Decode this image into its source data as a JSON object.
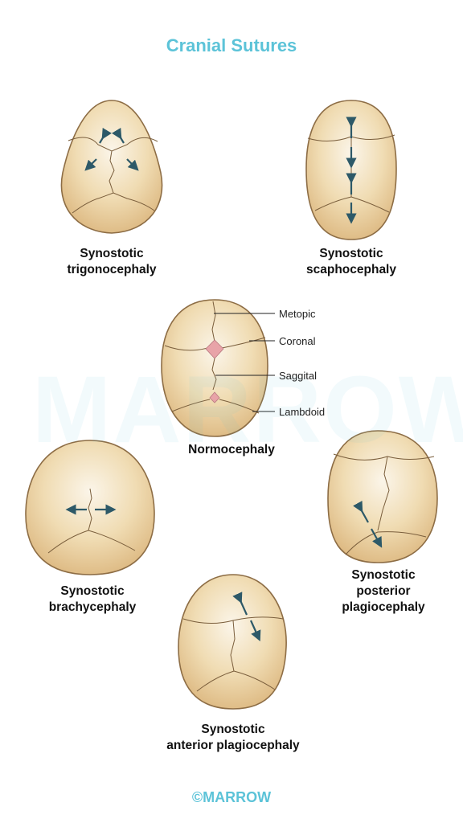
{
  "title": "Cranial Sutures",
  "watermark": "MARROW",
  "footer": "©MARROW",
  "colors": {
    "bone": "#e9cf9f",
    "bone_edge": "#8d6d45",
    "suture": "#7a5e3c",
    "fontanelle": "#e8a3a8",
    "arrow": "#2d5968",
    "title": "#5cc3d8"
  },
  "skulls": [
    {
      "id": "trigonocephaly",
      "caption": [
        "Synostotic",
        "trigonocephaly"
      ]
    },
    {
      "id": "scaphocephaly",
      "caption": [
        "Synostotic",
        "scaphocephaly"
      ]
    },
    {
      "id": "normocephaly",
      "caption": [
        "Normocephaly"
      ]
    },
    {
      "id": "brachycephaly",
      "caption": [
        "Synostotic",
        "brachycephaly"
      ]
    },
    {
      "id": "posterior-plagiocephaly",
      "caption": [
        "Synostotic",
        "posterior",
        "plagiocephaly"
      ]
    },
    {
      "id": "anterior-plagiocephaly",
      "caption": [
        "Synostotic",
        "anterior plagiocephaly"
      ]
    }
  ],
  "suture_labels": [
    "Metopic",
    "Coronal",
    "Saggital",
    "Lambdoid"
  ]
}
